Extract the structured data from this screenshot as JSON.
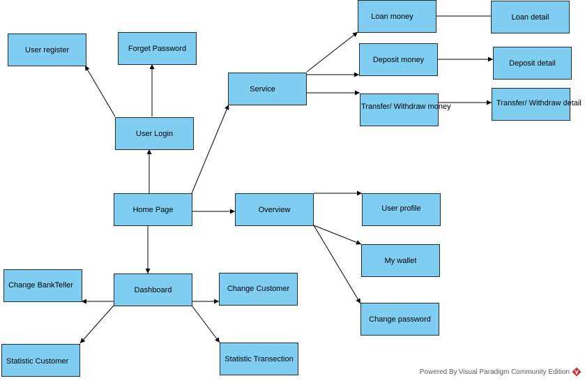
{
  "diagram": {
    "nodes": [
      {
        "id": "user_register",
        "label": "User register"
      },
      {
        "id": "forget_password",
        "label": "Forget Password"
      },
      {
        "id": "user_login",
        "label": "User Login"
      },
      {
        "id": "service",
        "label": "Service"
      },
      {
        "id": "loan_money",
        "label": "Loan money"
      },
      {
        "id": "loan_detail",
        "label": "Loan detail"
      },
      {
        "id": "deposit_money",
        "label": "Deposit money"
      },
      {
        "id": "deposit_detail",
        "label": "Deposit detail"
      },
      {
        "id": "transfer_withdraw_money",
        "label": "Transfer/ Withdraw money"
      },
      {
        "id": "transfer_withdraw_detail",
        "label": "Transfer/ Withdraw detail"
      },
      {
        "id": "home_page",
        "label": "Home Page"
      },
      {
        "id": "overview",
        "label": "Overview"
      },
      {
        "id": "user_profile",
        "label": "User profile"
      },
      {
        "id": "my_wallet",
        "label": "My wallet"
      },
      {
        "id": "change_password",
        "label": "Change password"
      },
      {
        "id": "dashboard",
        "label": "Dashboard"
      },
      {
        "id": "change_bankteller",
        "label": "Change BankTeller"
      },
      {
        "id": "change_customer",
        "label": "Change Customer"
      },
      {
        "id": "statistic_customer",
        "label": "Statistic Customer"
      },
      {
        "id": "statistic_transection",
        "label": "Statistic Transection"
      }
    ],
    "edges": [
      {
        "from": "home_page",
        "to": "user_login",
        "arrow": true
      },
      {
        "from": "user_login",
        "to": "forget_password",
        "arrow": true
      },
      {
        "from": "user_login",
        "to": "user_register",
        "arrow": true
      },
      {
        "from": "home_page",
        "to": "service",
        "arrow": true
      },
      {
        "from": "service",
        "to": "loan_money",
        "arrow": true
      },
      {
        "from": "service",
        "to": "deposit_money",
        "arrow": true
      },
      {
        "from": "service",
        "to": "transfer_withdraw_money",
        "arrow": true
      },
      {
        "from": "loan_money",
        "to": "loan_detail",
        "arrow": false
      },
      {
        "from": "deposit_money",
        "to": "deposit_detail",
        "arrow": true
      },
      {
        "from": "transfer_withdraw_money",
        "to": "transfer_withdraw_detail",
        "arrow": true
      },
      {
        "from": "home_page",
        "to": "overview",
        "arrow": true
      },
      {
        "from": "overview",
        "to": "user_profile",
        "arrow": true
      },
      {
        "from": "overview",
        "to": "my_wallet",
        "arrow": true
      },
      {
        "from": "overview",
        "to": "change_password",
        "arrow": true
      },
      {
        "from": "home_page",
        "to": "dashboard",
        "arrow": true
      },
      {
        "from": "dashboard",
        "to": "change_bankteller",
        "arrow": true
      },
      {
        "from": "dashboard",
        "to": "change_customer",
        "arrow": true
      },
      {
        "from": "dashboard",
        "to": "statistic_customer",
        "arrow": true
      },
      {
        "from": "dashboard",
        "to": "statistic_transection",
        "arrow": true
      }
    ]
  },
  "watermark": {
    "text": "Powered By Visual Paradigm Community Edition",
    "logo_icon": "visual-paradigm-logo-icon",
    "logo_color": "#d7262f"
  },
  "colors": {
    "node_fill": "#7fcdf1",
    "node_border": "#1f2a33",
    "edge": "#000000"
  }
}
